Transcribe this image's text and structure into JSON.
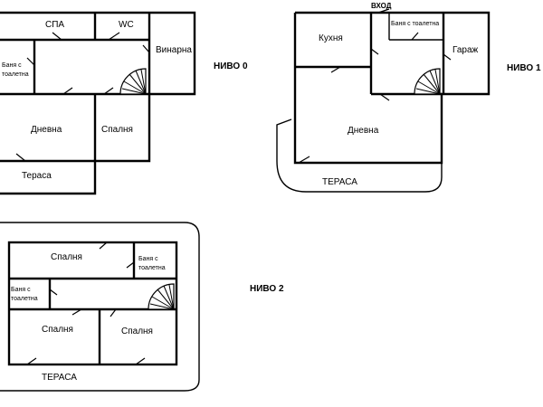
{
  "levels": [
    {
      "name": "НИВО 0",
      "rooms": [
        "СПА",
        "WC",
        "Винарна",
        "Баня с тоалетна",
        "Дневна",
        "Спалня",
        "Тераса"
      ]
    },
    {
      "name": "НИВО 1",
      "entrance": "ВХОД",
      "rooms": [
        "Кухня",
        "Баня с тоалетна",
        "Гараж",
        "Дневна",
        "ТЕРАСА"
      ]
    },
    {
      "name": "НИВО 2",
      "rooms": [
        "Спалня",
        "Баня с тоалетна",
        "Баня с тоалетна",
        "Спалня",
        "Спалня",
        "ТЕРАСА"
      ]
    }
  ],
  "colors": {
    "walls": "#000000",
    "background": "#ffffff"
  }
}
